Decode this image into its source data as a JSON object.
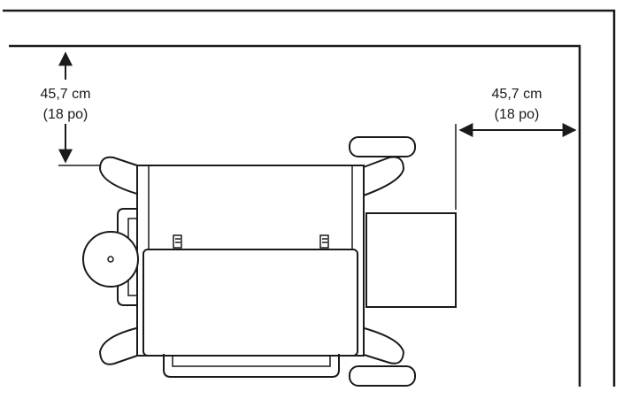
{
  "diagram": {
    "left_clearance": {
      "line1": "45,7 cm",
      "line2": "(18 po)"
    },
    "right_clearance": {
      "line1": "45,7 cm",
      "line2": "(18 po)"
    }
  },
  "colors": {
    "stroke": "#1a1a1a",
    "background": "#ffffff",
    "fill": "#ffffff"
  }
}
